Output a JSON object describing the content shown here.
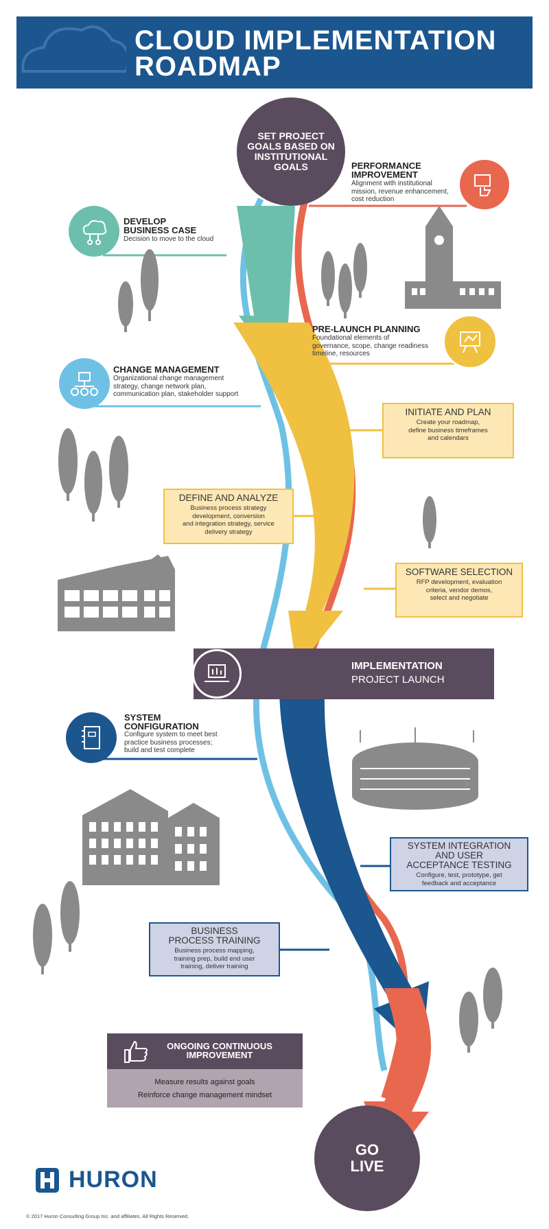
{
  "header": {
    "title": "CLOUD IMPLEMENTATION\nROADMAP"
  },
  "start": {
    "label": "SET PROJECT GOALS BASED ON INSTITUTIONAL GOALS"
  },
  "steps": {
    "performance": {
      "heading": "PERFORMANCE\nIMPROVEMENT",
      "text": "Alignment with institutional\nmission, revenue enhancement,\ncost reduction"
    },
    "business_case": {
      "heading": "DEVELOP\nBUSINESS CASE",
      "text": "Decision to move to the cloud"
    },
    "prelaunch": {
      "heading": "PRE-LAUNCH PLANNING",
      "text": "Foundational elements of\ngovernance, scope, change readiness\ntimeline, resources"
    },
    "change_mgmt": {
      "heading": "CHANGE MANAGEMENT",
      "text": "Organizational change management\nstrategy, change network plan,\ncommunication plan, stakeholder support"
    },
    "initiate": {
      "heading": "INITIATE AND PLAN",
      "text": "Create your roadmap,\ndefine business timeframes\nand calendars"
    },
    "define": {
      "heading": "DEFINE AND ANALYZE",
      "text": "Business process strategy\ndevelopment, conversion\nand integration strategy, service\ndelivery strategy"
    },
    "software": {
      "heading": "SOFTWARE SELECTION",
      "text": "RFP development, evaluation\ncriteria, vendor demos,\nselect and negotiate"
    },
    "implementation": {
      "heading": "IMPLEMENTATION",
      "subheading": "PROJECT LAUNCH"
    },
    "sysconfig": {
      "heading": "SYSTEM\nCONFIGURATION",
      "text": "Configure system to meet best\npractice business processes;\nbuild and test complete"
    },
    "integration": {
      "heading": "SYSTEM INTEGRATION\nAND USER\nACCEPTANCE TESTING",
      "text": "Configure, test, prototype, get\nfeedback and acceptance"
    },
    "training": {
      "heading": "BUSINESS\nPROCESS TRAINING",
      "text": "Business process mapping,\ntraining prep, build end user\ntraining, deliver training"
    },
    "ongoing": {
      "heading": "ONGOING CONTINUOUS\nIMPROVEMENT",
      "items": [
        "Measure results against goals",
        "Reinforce change management mindset"
      ]
    }
  },
  "end": {
    "label": "GO\nLIVE"
  },
  "footer": {
    "logo": "HURON",
    "copyright": "© 2017 Huron Consulting Group Inc. and affiliates. All Rights Reserved."
  },
  "colors": {
    "navy": "#1b568f",
    "plum": "#5b4b5e",
    "teal": "#6cbfad",
    "yellow": "#f0c040",
    "salmon": "#e8674f",
    "lightblue": "#6ec1e4",
    "gray": "#8a8a8a"
  }
}
